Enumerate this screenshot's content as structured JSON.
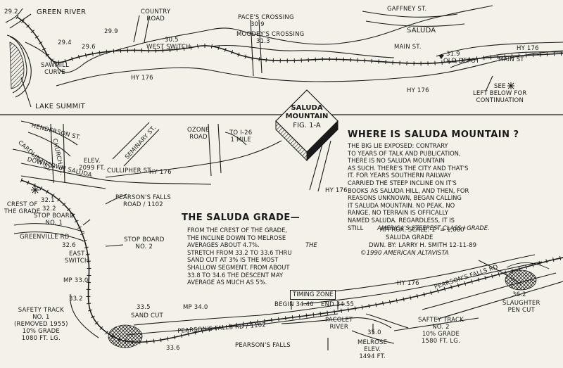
{
  "map_title": {
    "line1": "SALUDA",
    "line2": "MOUNTAIN",
    "fig": "FIG. 1-A"
  },
  "upper": {
    "mp_29_2": "29.2",
    "green_river": "GREEN RIVER",
    "country_road": "COUNTRY\nROAD",
    "mp_29_9": "29.9",
    "mp_29_4": "29.4",
    "mp_29_6": "29.6",
    "sawmill_curve": "SAWMILL\nCURVE",
    "lake_summit": "LAKE SUMMIT",
    "west_switch_mp": "30.5",
    "west_switch": "WEST SWITCH",
    "paces_crossing": "PACE'S CROSSING",
    "paces_mp": "30.9",
    "moodeys_crossing": "MOODEY'S CROSSING",
    "moodeys_mp": "31.3",
    "gaffney_st": "GAFFNEY ST.",
    "saluda": "SALUDA",
    "main_st_1": "MAIN ST.",
    "depot_mp": "31.9",
    "old_depot": "OLD DEPOT",
    "hy176_right": "HY 176",
    "main_st_2": "MAIN ST",
    "hy176_mid": "HY 176",
    "hy176_bottom": "HY 176",
    "see_note": "SEE\nLEFT BELOW FOR\nCONTINUATION"
  },
  "lower": {
    "henderson_st": "HENDERSON ST.",
    "carolina_st": "CAROLINA ST.",
    "church_st": "CHURCH ST.",
    "seminary_st": "SEMINARY ST.",
    "downtown_saluda": "DOWNTOWN SALUDA",
    "elev": "ELEV.\n2099 FT.",
    "culliphor_st": "CULLIPHER ST.",
    "hy176_a": "HY 176",
    "ozone_road": "OZONE\nROAD",
    "to_i26": "TO I-26\n1 MILE",
    "hy176_b": "HY 176",
    "crest_of_grade": "CREST OF\nTHE GRADE",
    "mp_32_1": "32.1",
    "mp_32_2": "32.2",
    "stop_board_1": "STOP BOARD\nNo. 1",
    "pearsons_falls_road": "PEARSON'S FALLS\nROAD / 1102",
    "greenville_rd": "GREENVILLE RD",
    "east_switch_mp": "32.6",
    "east_switch": "EAST\nSWITCH",
    "stop_board_2": "STOP BOARD\nNo. 2",
    "mp_33_0": "MP 33.0",
    "mp_33_2": "33.2",
    "safety_track_1": "SAFETY TRACK\nNo. 1\n(REMOVED 1955)\n10% GRADE\n1080 FT. LG.",
    "mp_33_5": "33.5",
    "sand_cut": "SAND CUT",
    "mp_33_6": "33.6",
    "mp_34_0": "MP 34.0",
    "pearsons_falls_rd": "PEARSON'S FALLS RD / 1102",
    "pearsons_falls": "PEARSON'S FALLS",
    "timing_zone": "TIMING ZONE",
    "begin": "BEGIN 34.40",
    "end": "END 34.55",
    "pacolet_river": "PACOLET\nRIVER",
    "mp_35_0": "35.0",
    "melrose": "MELROSE\nELEV.\n1494 FT.",
    "hy176_c": "HY 176",
    "pearsons_falls_rd_2": "PEARSON'S FALLS RD",
    "saftey_track_2": "SAFTEY TRACK\nNo. 2\n10% GRADE\n1580 FT. LG.",
    "mp_36_2": "36.2",
    "slaughter_pen_cut": "SLAUGHTER\nPEN CUT"
  },
  "grade_text": {
    "heading": "THE SALUDA GRADE—",
    "body_1": "FROM THE CREST OF THE GRADE,\nTHE INCLINE DOWN TO MELROSE\nAVERAGES ABOUT 4.7%.",
    "body_em": "THE",
    "body_2": "STRETCH FROM 33.2 TO 33.6 THRU\nSAND CUT AT 3% IS THE MOST\nSHALLOW SEGMENT. FROM ABOUT\n33.8 TO 34.6 THE DESCENT MAY\nAVERAGE AS MUCH AS 5%."
  },
  "where_text": {
    "heading": "WHERE IS SALUDA MOUNTAIN ?",
    "body": "THE BIG LIE EXPOSED: CONTRARY\nTO YEARS OF TALK AND PUBLICATION,\nTHERE IS NO SALUDA MOUNTAIN\nAS SUCH. THERE'S THE CITY AND THAT'S\nIT. FOR YEARS SOUTHERN RAILWAY\nCARRIED THE STEEP INCLINE ON IT'S\nBOOKS AS SALUDA HILL, AND THEN, FOR\nREASONS UNKNOWN, BEGAN CALLING\nIT SALUDA MOUNTAIN. NO PEAK, NO\nRANGE, NO TERRAIN IS OFFICALLY\nNAMED SALUDA. REGARDLESS, IT IS\nSTILL",
    "body_em": "AMERICA'S STEEPEST CLASS I GRADE."
  },
  "credits": {
    "scale": "APPROX. SCALE: 1\" = 1,000'",
    "name": "SALUDA GRADE",
    "drawn_by": "DWN. BY: LARRY H. SMITH 12-11-89",
    "copyright": "©1990 AMERICAN ALTAVISTA"
  },
  "colors": {
    "paper": "#f4f1e8",
    "ink": "#1a1a1a"
  }
}
